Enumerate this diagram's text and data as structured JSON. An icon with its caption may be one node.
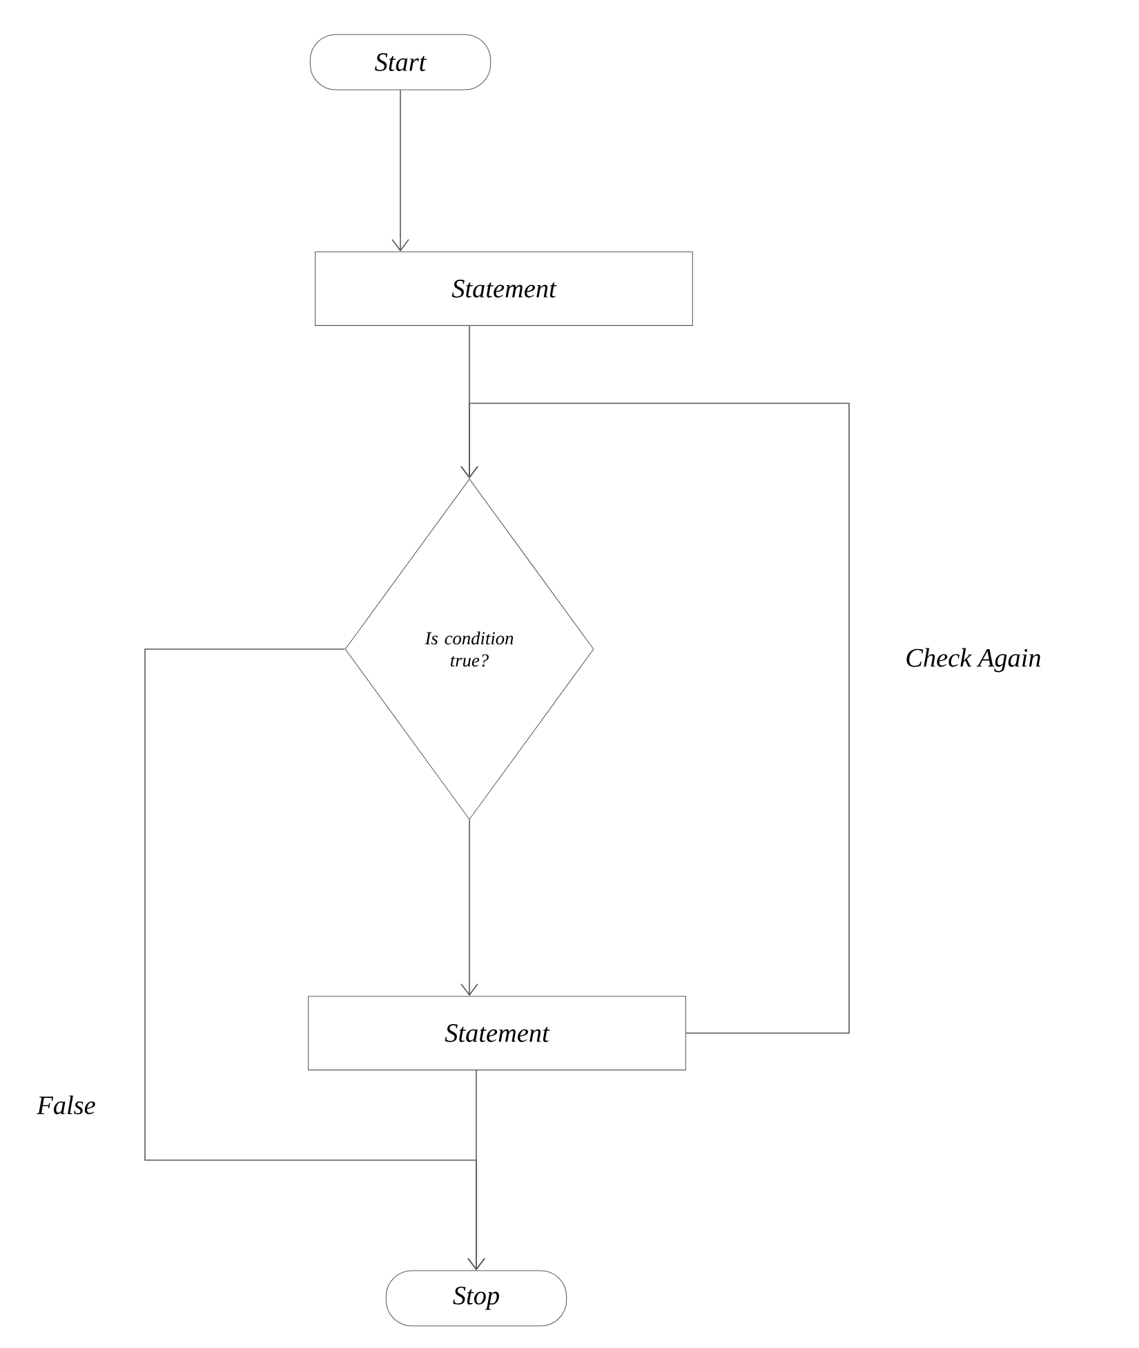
{
  "diagram": {
    "nodes": [
      {
        "text": [
          "Start"
        ]
      },
      {
        "text": [
          "Statement"
        ]
      },
      {
        "text": [
          "Is condition true?"
        ]
      },
      {
        "text": [
          "Statement"
        ]
      },
      {
        "text": [
          "Stop"
        ]
      }
    ],
    "edges": [
      {
        "from": 0,
        "to": 1,
        "arrow": "to"
      },
      {
        "from": 1,
        "to": 2,
        "arrow": "to"
      },
      {
        "from": 2,
        "to": 3,
        "arrow": "to"
      },
      {
        "from": 3,
        "to": 4,
        "arrow": "to"
      },
      {
        "from": 2,
        "to": 4,
        "arrow": "to",
        "label": "False"
      },
      {
        "from": 3,
        "to": 2,
        "arrow": "to",
        "label": "Check Again"
      }
    ]
  }
}
